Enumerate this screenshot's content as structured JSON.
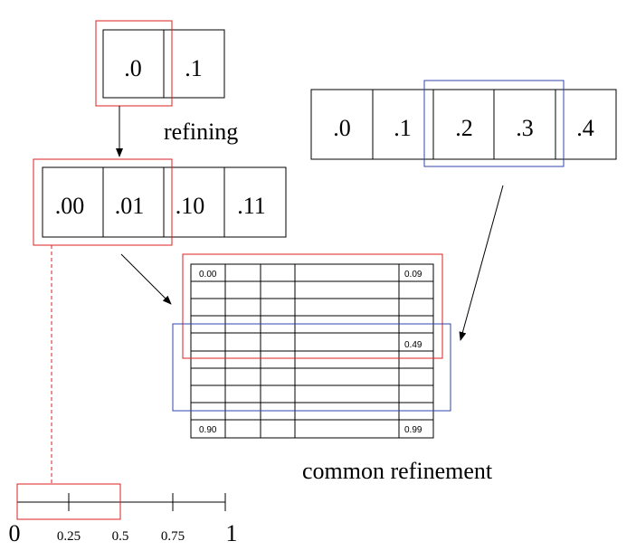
{
  "top_pair": {
    "cells": [
      ".0",
      ".1"
    ],
    "caption": "refining"
  },
  "refined_row": {
    "cells": [
      ".00",
      ".01",
      ".10",
      ".11"
    ]
  },
  "five_row": {
    "cells": [
      ".0",
      ".1",
      ".2",
      ".3",
      ".4"
    ]
  },
  "grid": {
    "labels": {
      "top_left": "0.00",
      "top_right": "0.09",
      "mid_right": "0.49",
      "bottom_left": "0.90",
      "bottom_right": "0.99"
    },
    "caption": "common refinement"
  },
  "number_line": {
    "ticks": [
      "0",
      "0.25",
      "0.5",
      "0.75",
      "1"
    ]
  },
  "colors": {
    "highlight_red": "#dd2222",
    "highlight_blue": "#3344aa",
    "line": "#000000"
  }
}
